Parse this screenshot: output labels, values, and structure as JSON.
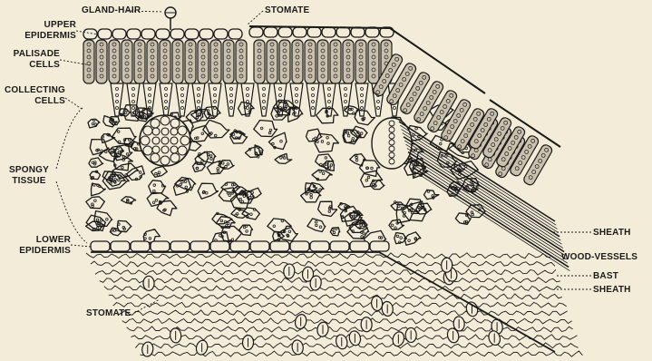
{
  "labels": {
    "gland_hair": "GLAND-HAIR",
    "stomate_top": "STOMATE",
    "upper_epidermis": [
      "UPPER",
      "EPIDERMIS"
    ],
    "palisade_cells": [
      "PALISADE",
      "CELLS"
    ],
    "collecting_cells": [
      "COLLECTING",
      "CELLS"
    ],
    "spongy_tissue": [
      "SPONGY",
      "TISSUE"
    ],
    "lower_epidermis": [
      "LOWER",
      "EPIDERMIS"
    ],
    "stomate_bottom": "STOMATE",
    "sheath_upper": "SHEATH",
    "wood_vessels": "WOOD-VESSELS",
    "bast": "BAST",
    "sheath_lower": "SHEATH"
  },
  "colors": {
    "background": "#f3ecd8",
    "ink": "#1a1a1a"
  }
}
